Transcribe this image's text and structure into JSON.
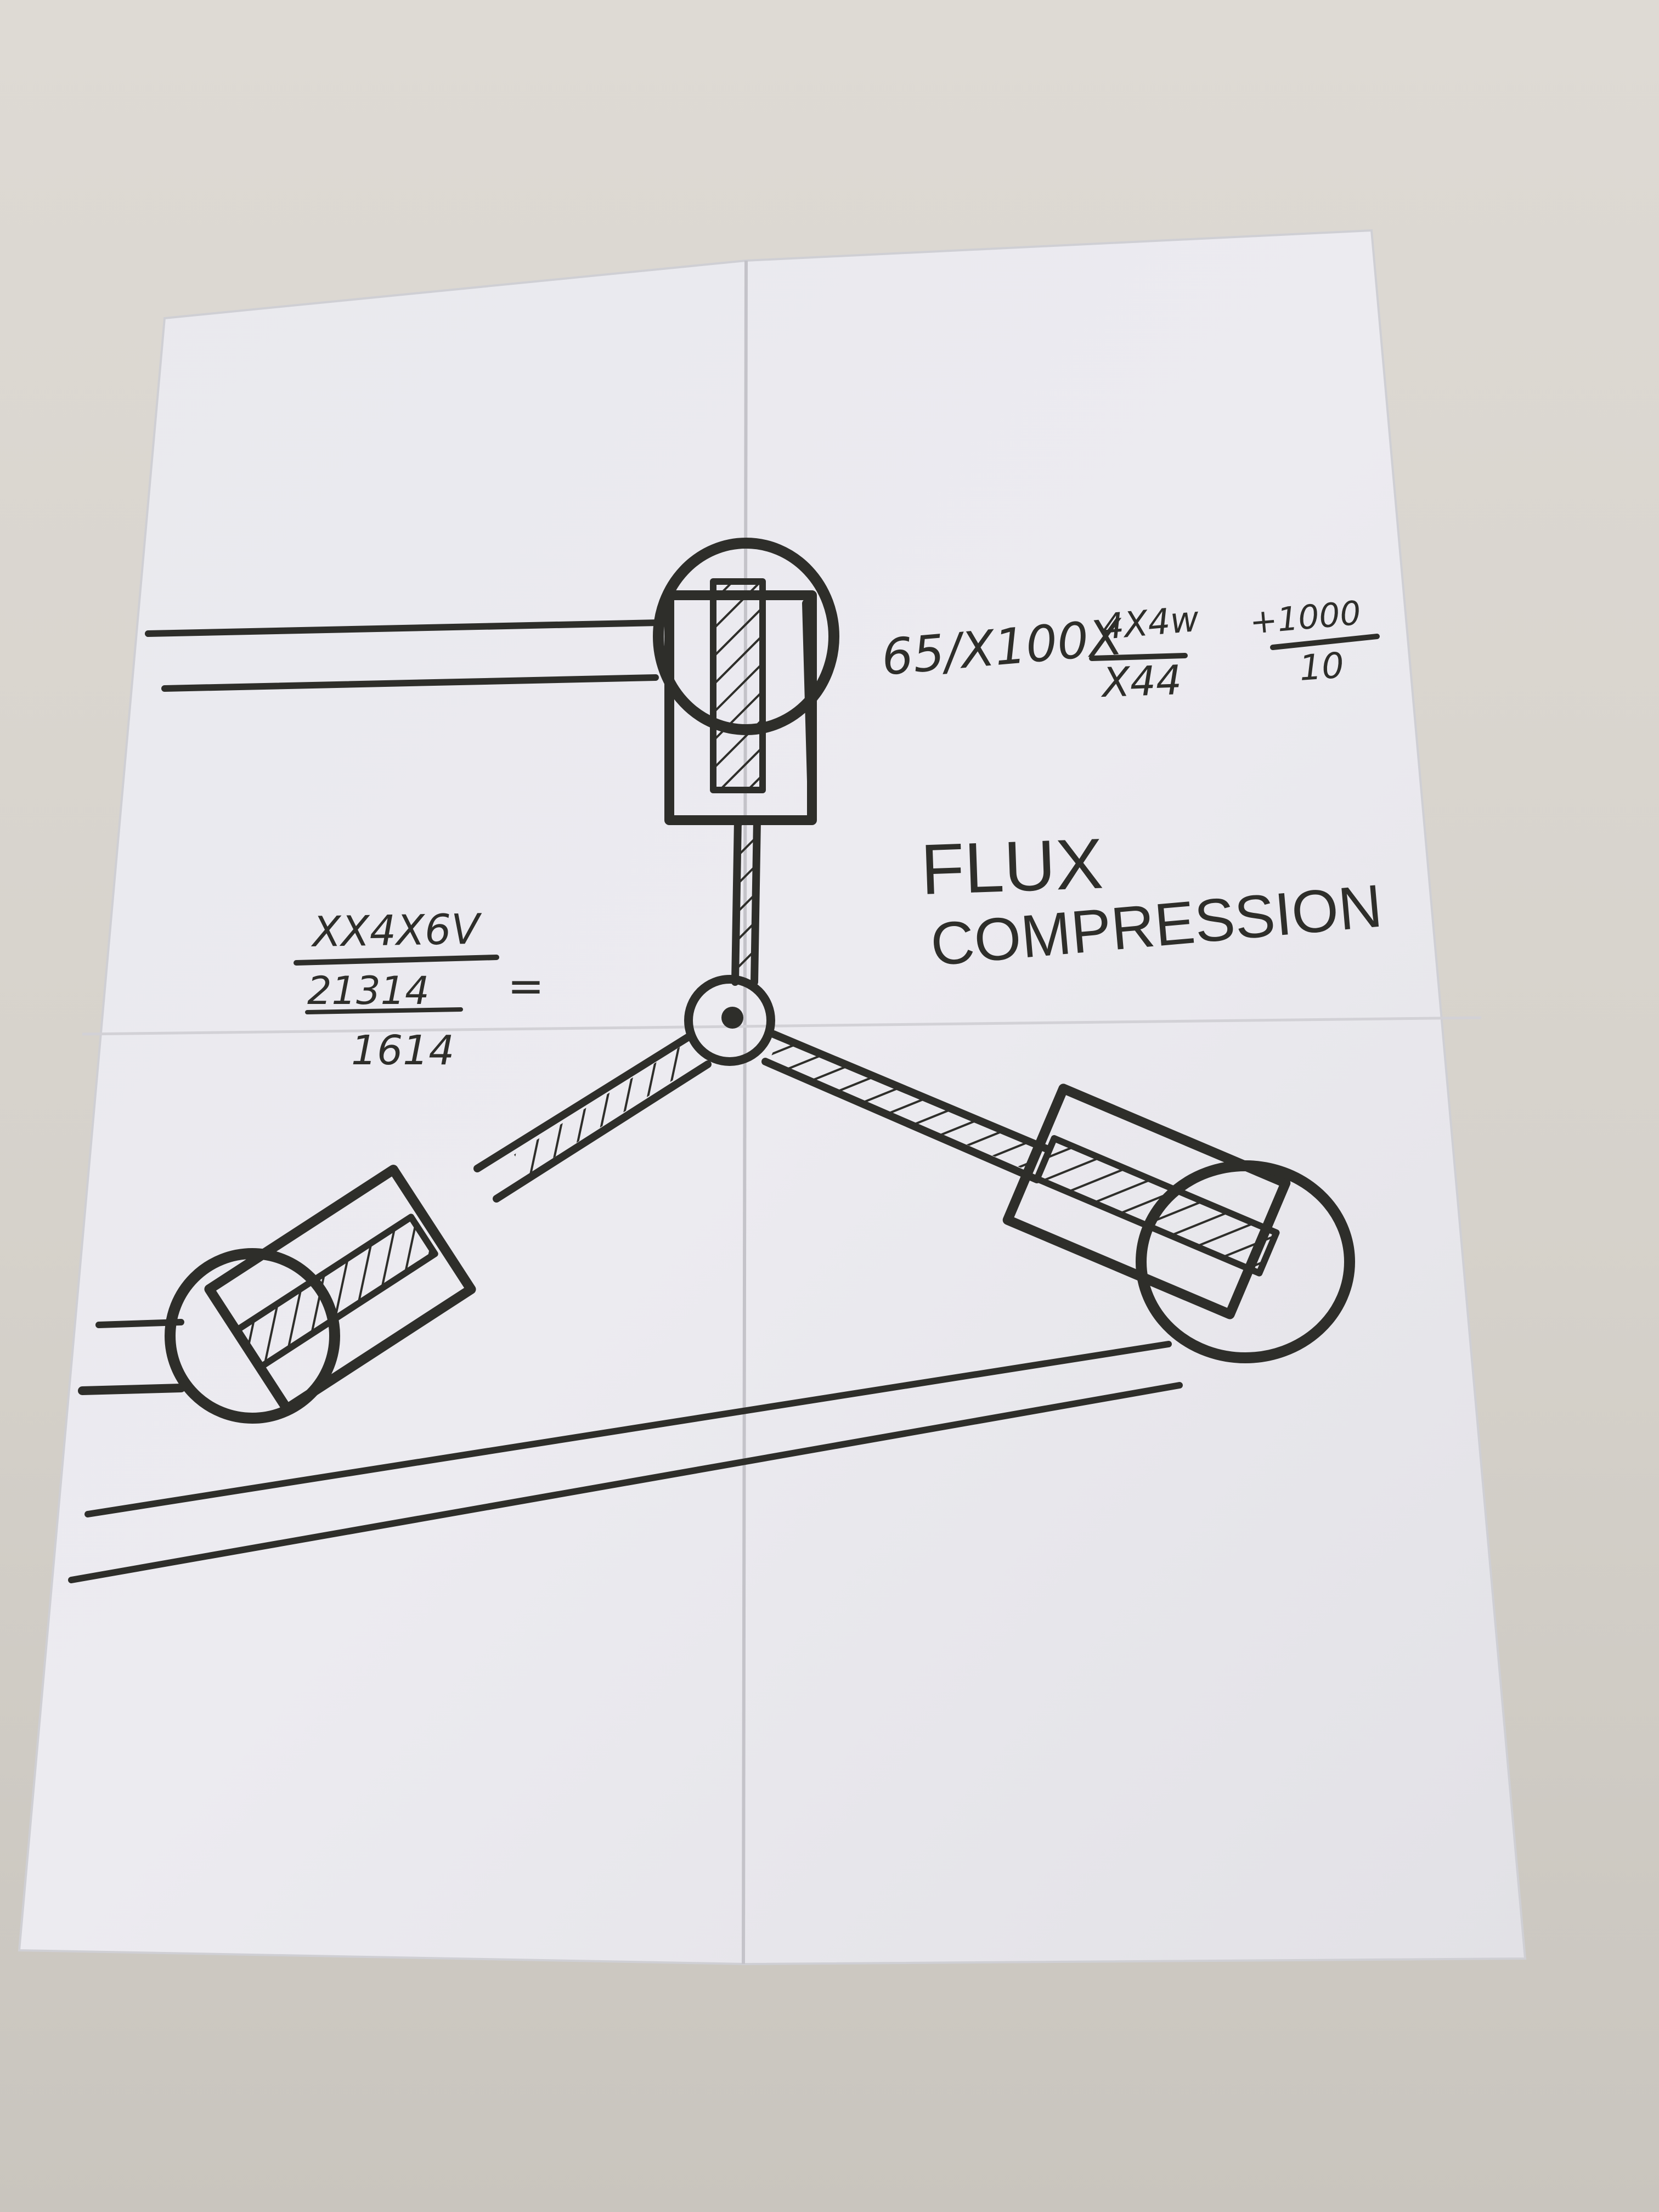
{
  "sketch": {
    "title_line1": "FLUX",
    "title_line2": "COMPRESSION",
    "formula_right": {
      "prefix": "65/X100X",
      "fraction_top": "4X4w",
      "fraction_bottom": "X44",
      "plus_top": "+1000",
      "plus_bottom": "10"
    },
    "formula_left": {
      "line1": "XX4X6V",
      "line2": "21314",
      "equals": "=",
      "line3": "1614"
    }
  },
  "colors": {
    "ink": "#2e2e2a",
    "paper": "#ebebef",
    "background": "#d8d4cd"
  }
}
